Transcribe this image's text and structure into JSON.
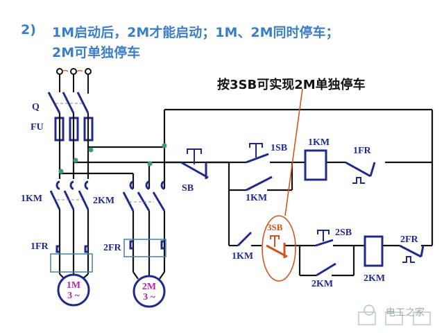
{
  "title": {
    "number": "2)",
    "line1": "1M启动后，2M才能启动；1M、2M同时停车；",
    "line2": "2M可单独停车"
  },
  "annotation": "按3SB可实现2M单独停车",
  "main_circuit": {
    "switch": "Q",
    "fuse": "FU",
    "contactor1": "1KM",
    "contactor2": "2KM",
    "relay1": "1FR",
    "relay2": "2FR",
    "motor1": {
      "name": "1M",
      "phase": "3 ~"
    },
    "motor2": {
      "name": "2M",
      "phase": "3 ~"
    }
  },
  "control_circuit": {
    "stop_button": "SB",
    "start1": "1SB",
    "coil1": "1KM",
    "overload1": "1FR",
    "holding1": "1KM",
    "interlock": "1KM",
    "stop2": "3SB",
    "start2": "2SB",
    "holding2": "2KM",
    "coil2": "2KM",
    "overload2": "2FR"
  },
  "watermark": "电工之家",
  "colors": {
    "title": "#3b7ec6",
    "symbol": "#1f2a8a",
    "wire": "#111111",
    "highlight": "#d0541c",
    "motor_text": "#b02aa8",
    "junction": "#3f9a7a"
  }
}
